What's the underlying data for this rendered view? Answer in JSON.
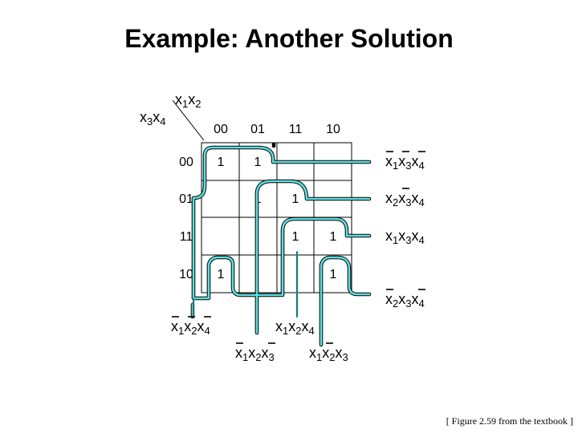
{
  "title": "Example: Another Solution",
  "axis": {
    "row_vars": "x3x4",
    "col_vars": "x1x2"
  },
  "col_headers": [
    "00",
    "01",
    "11",
    "10"
  ],
  "row_headers": [
    "00",
    "01",
    "11",
    "10"
  ],
  "cells": [
    [
      "1",
      "1",
      "",
      ""
    ],
    [
      "",
      "1",
      "1",
      ""
    ],
    [
      "",
      "",
      "1",
      "1"
    ],
    [
      "1",
      "",
      "",
      "1"
    ]
  ],
  "right_terms": [
    "x̄1x̄3x̄4",
    "x2x̄3x4",
    "x1x3x4",
    "x̄2x3x̄4"
  ],
  "bottom_terms": [
    "x̄1x̄2x̄4",
    "x̄1x2x̄3",
    "x1x2x4",
    "x1x̄2x3"
  ],
  "caption": "[ Figure 2.59 from the textbook ]",
  "colors": {
    "loop": "#5ee0e0",
    "ink": "#000000"
  }
}
